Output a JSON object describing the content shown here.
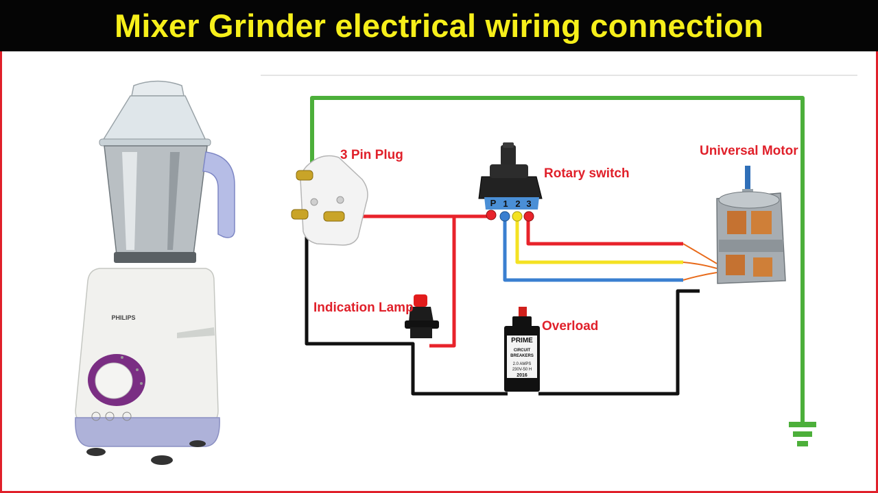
{
  "title": "Mixer Grinder electrical wiring connection",
  "brand": "PHILIPS",
  "labels": {
    "plug": "3 Pin Plug",
    "rotary": "Rotary switch",
    "motor": "Universal Motor",
    "lamp": "Indication Lamp",
    "overload": "Overload"
  },
  "switch_terminals": [
    "P",
    "1",
    "2",
    "3"
  ],
  "breaker": {
    "brand": "PRIME",
    "line1": "CIRCUIT",
    "line2": "BREAKERS",
    "rating": "2.0 AMPS",
    "voltage": "230V-50 H",
    "year": "2016"
  },
  "colors": {
    "title_bg": "#050505",
    "title_text": "#f6ef1a",
    "label": "#e0202a",
    "wire_earth": "#4caf3a",
    "wire_live": "#e8232b",
    "wire_neutral": "#111111",
    "wire_blue": "#3a7fd0",
    "wire_yellow": "#f4e222"
  }
}
